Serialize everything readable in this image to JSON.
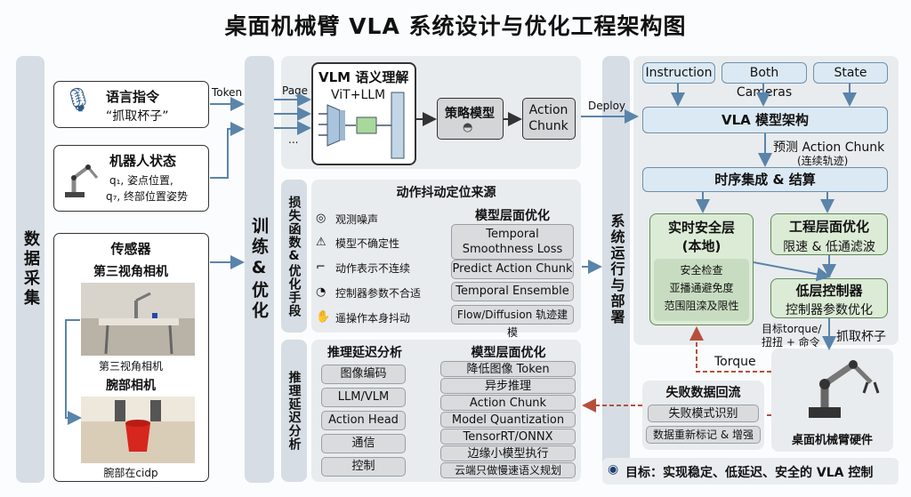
{
  "title": "桌面机械臂 VLA 系统设计与优化工程架构图",
  "columns": {
    "collect": "数据采集",
    "train": "训练&优化",
    "deploy": "系统运行与部署",
    "loss": "损失函数&优化手段",
    "latency": "推理延迟分析"
  },
  "language": {
    "title": "语言指令",
    "text": "“抓取杯子”",
    "edge": "Token"
  },
  "robot_state": {
    "title": "机器人状态",
    "line1": "q₁, 姿点位置,",
    "line2": "q₇, 终部位置姿势"
  },
  "sensors": {
    "title": "传感器",
    "cam3": "第三视角相机",
    "cam3_caption": "第三视角相机",
    "wrist": "腕部相机",
    "wrist_caption": "腕部在cidp"
  },
  "vlm": {
    "title": "VLM 语义理解",
    "sub": "ViT+LLM",
    "page": "Page",
    "dots": "...",
    "policy": "策略模型",
    "action_chunk_1": "Action",
    "action_chunk_2": "Chunk",
    "deploy": "Deploy"
  },
  "jitter": {
    "title": "动作抖动定位来源",
    "items": [
      "观测噪声",
      "模型不确定性",
      "动作表示不连续",
      "控制器参数不合适",
      "遥操作本身抖动"
    ],
    "model_title": "模型层面优化",
    "model_items": [
      "Temporal Smoothness Loss",
      "Predict Action Chunk",
      "Temporal Ensemble",
      "Flow/Diffusion 轨迹建模"
    ]
  },
  "latency": {
    "title": "推理延迟分析",
    "items": [
      "图像编码",
      "LLM/VLM",
      "Action Head",
      "通信",
      "控制"
    ],
    "model_title": "模型层面优化",
    "model_items": [
      "降低图像 Token",
      "异步推理",
      "Action Chunk",
      "Model Quantization",
      "TensorRT/ONNX",
      "边缘小模型执行",
      "云端只做慢速语义规划"
    ]
  },
  "deploy": {
    "inputs": [
      "Instruction",
      "Both Cameras",
      "State"
    ],
    "vla": "VLA 模型架构",
    "predict_1": "预测 Action Chunk",
    "predict_2": "(连续轨迹)",
    "temporal": "时序集成 & 结算",
    "safety_title_1": "实时安全层",
    "safety_title_2": "(本地)",
    "safety_items": [
      "安全检查",
      "亚播通避免度",
      "范围阻滦及限性"
    ],
    "eng_title": "工程层面优化",
    "eng_text": "限速 & 低通滤波",
    "low_title": "低层控制器",
    "low_text": "控制器参数优化",
    "target_1": "目标torque/",
    "target_2": "扭扭 + 命令",
    "grab": "抓取杯子",
    "torque": "Torque",
    "failure_title": "失败数据回流",
    "failure_items": [
      "失败模式识别",
      "数据重新标记 & 增强"
    ],
    "hardware": "桌面机械臂硬件",
    "goal": "目标：实现稳定、低延迟、安全的 VLA 控制"
  }
}
